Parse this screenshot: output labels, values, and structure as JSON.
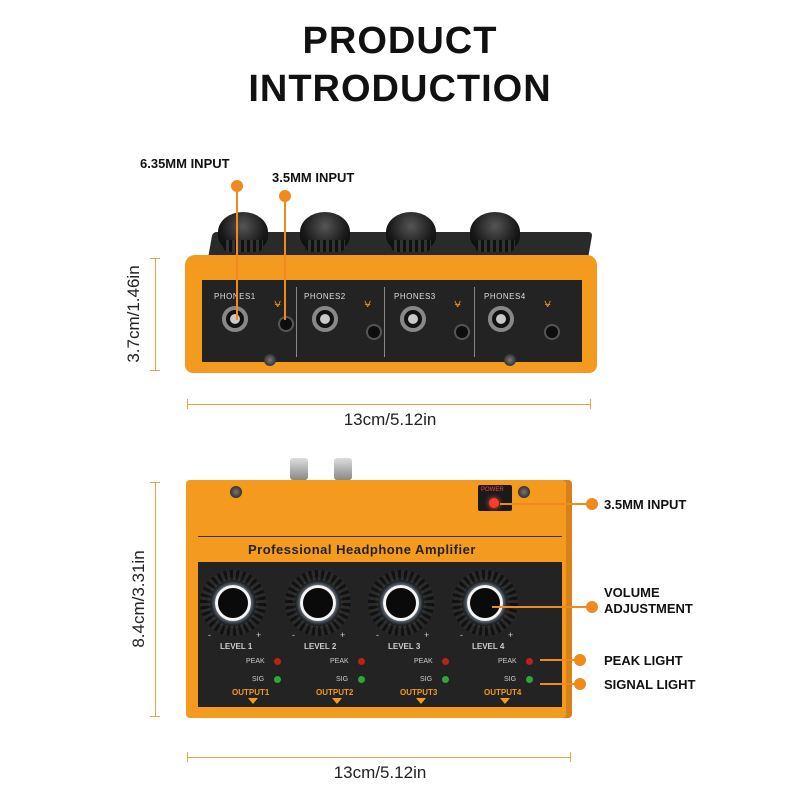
{
  "header": {
    "line1": "PRODUCT",
    "line2": "INTRODUCTION"
  },
  "front_view": {
    "callouts": {
      "input_635": "6.35MM INPUT",
      "input_35": "3.5MM INPUT"
    },
    "ports": [
      "PHONES1",
      "PHONES2",
      "PHONES3",
      "PHONES4"
    ],
    "height_label": "3.7cm/1.46in",
    "width_label": "13cm/5.12in"
  },
  "top_view": {
    "device_title": "Professional Headphone Amplifier",
    "power_label": "POWER",
    "levels": [
      "LEVEL 1",
      "LEVEL 2",
      "LEVEL 3",
      "LEVEL 4"
    ],
    "outputs": [
      "OUTPUT1",
      "OUTPUT2",
      "OUTPUT3",
      "OUTPUT4"
    ],
    "peak_label": "PEAK",
    "sig_label": "SIG",
    "minus": "-",
    "plus": "+",
    "callouts": {
      "input_35": "3.5MM INPUT",
      "volume_line1": "VOLUME",
      "volume_line2": "ADJUSTMENT",
      "peak_light": "PEAK LIGHT",
      "signal_light": "SIGNAL LIGHT"
    },
    "height_label": "8.4cm/3.31in",
    "width_label": "13cm/5.12in"
  },
  "colors": {
    "accent": "#f08a1c",
    "body": "#f49a1f",
    "panel": "#232323"
  }
}
